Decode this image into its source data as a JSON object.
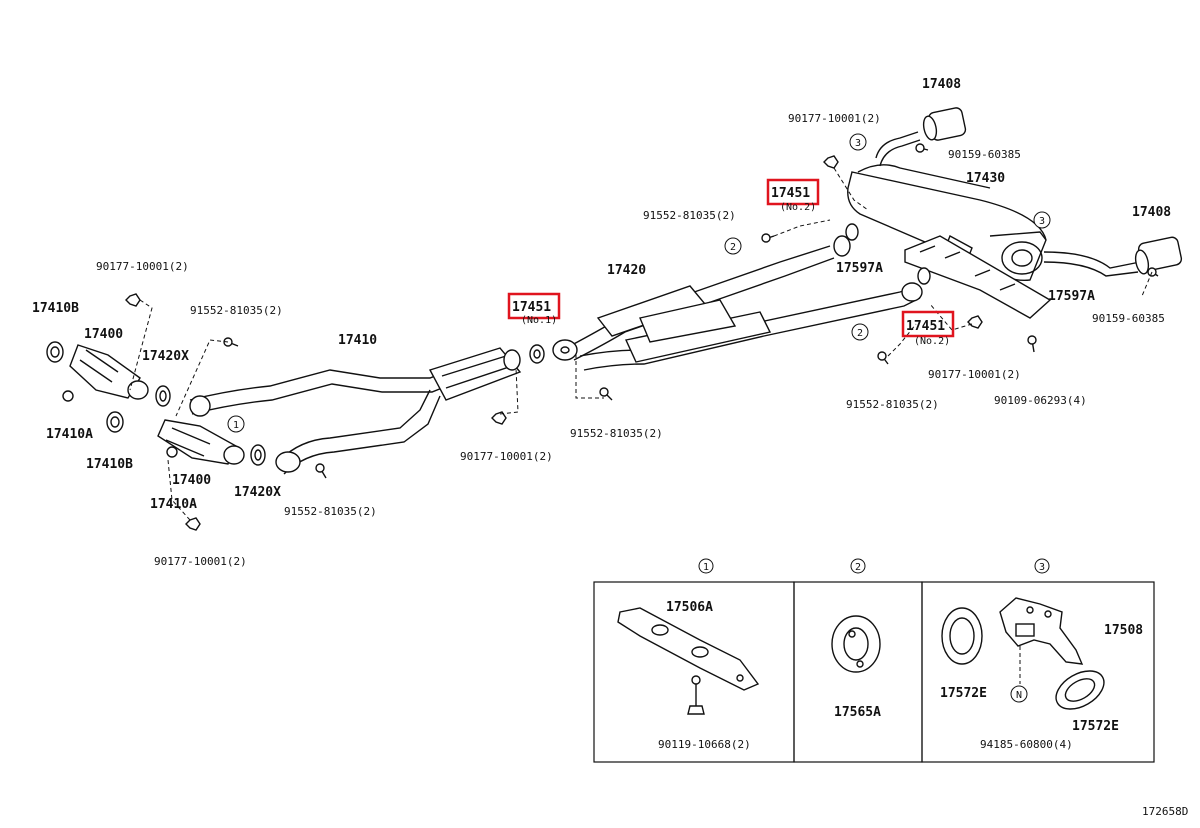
{
  "labels": {
    "p17408_top": "17408",
    "p90177_top": "90177-10001(2)",
    "p90159_top": "90159-60385",
    "p17430": "17430",
    "p17451_no2_top": "17451",
    "no2_top": "(No.2)",
    "p91552_top": "91552-81035(2)",
    "p17408_right": "17408",
    "p17420": "17420",
    "p17597A_a": "17597A",
    "p17597A_b": "17597A",
    "p90159_right": "90159-60385",
    "p17451_no1": "17451",
    "no1": "(No.1)",
    "p17451_no2_mid": "17451",
    "no2_mid": "(No.2)",
    "p90177_mid": "90177-10001(2)",
    "p90109": "90109-06293(4)",
    "p91552_mid_right": "91552-81035(2)",
    "p17410B_top": "17410B",
    "p90177_left": "90177-10001(2)",
    "p91552_left": "91552-81035(2)",
    "p17400_top": "17400",
    "p17420X_top": "17420X",
    "p17410": "17410",
    "p17410A_top": "17410A",
    "p17410B_bottom": "17410B",
    "p17400_bottom": "17400",
    "p17410A_bottom": "17410A",
    "p17420X_bottom": "17420X",
    "p91552_bottom": "91552-81035(2)",
    "p90177_center": "90177-10001(2)",
    "p91552_center": "91552-81035(2)",
    "p90177_bottom_left": "90177-10001(2)",
    "ref_1": "1",
    "ref_2": "2",
    "ref_3": "3"
  },
  "insets": {
    "inset1": {
      "num": "1",
      "part_a": "17506A",
      "part_b": "90119-10668(2)"
    },
    "inset2": {
      "num": "2",
      "part_a": "17565A"
    },
    "inset3": {
      "num": "3",
      "part_a": "17508",
      "part_b": "17572E",
      "part_c": "17572E",
      "part_d": "94185-60800(4)",
      "n_mark": "N"
    }
  },
  "diagram_id": "172658D",
  "highlight_color": "#e0141e"
}
